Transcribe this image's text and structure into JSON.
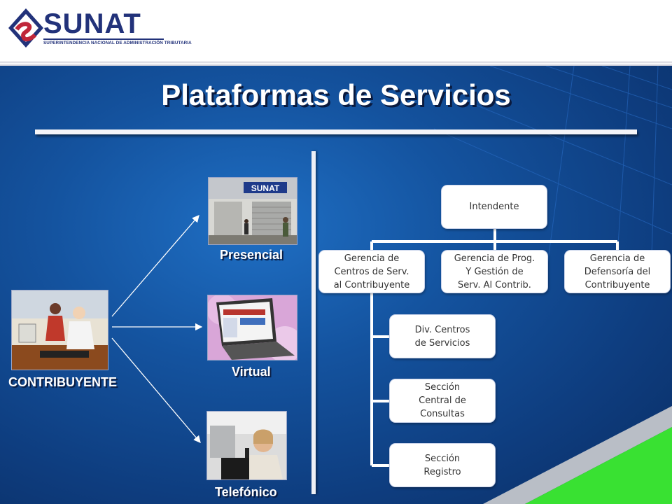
{
  "brand": {
    "name": "SUNAT",
    "subtitle": "SUPERINTENDENCIA NACIONAL DE ADMINISTRACIÓN TRIBUTARIA",
    "primary_color": "#22327a",
    "accent_color": "#c0273a"
  },
  "slide": {
    "title": "Plataformas de Servicios",
    "background_color": "#14539f"
  },
  "channels": {
    "source_label": "CONTRIBUYENTE",
    "items": [
      {
        "label": "Presencial",
        "image": "sunat-office-photo",
        "sign_text": "SUNAT"
      },
      {
        "label": "Virtual",
        "image": "laptop-website-photo"
      },
      {
        "label": "Telefónico",
        "image": "call-center-photo"
      }
    ]
  },
  "org_chart": {
    "root": "Intendente",
    "managers": [
      "Gerencia de\nCentros de Serv.\n al Contribuyente",
      "Gerencia de Prog.\nY Gestión de\nServ. Al Contrib.",
      "Gerencia de\nDefensoría del\nContribuyente"
    ],
    "subunits": [
      "Div. Centros\n de Servicios",
      "Sección\nCentral de\nConsultas",
      "Sección\nRegistro"
    ]
  }
}
